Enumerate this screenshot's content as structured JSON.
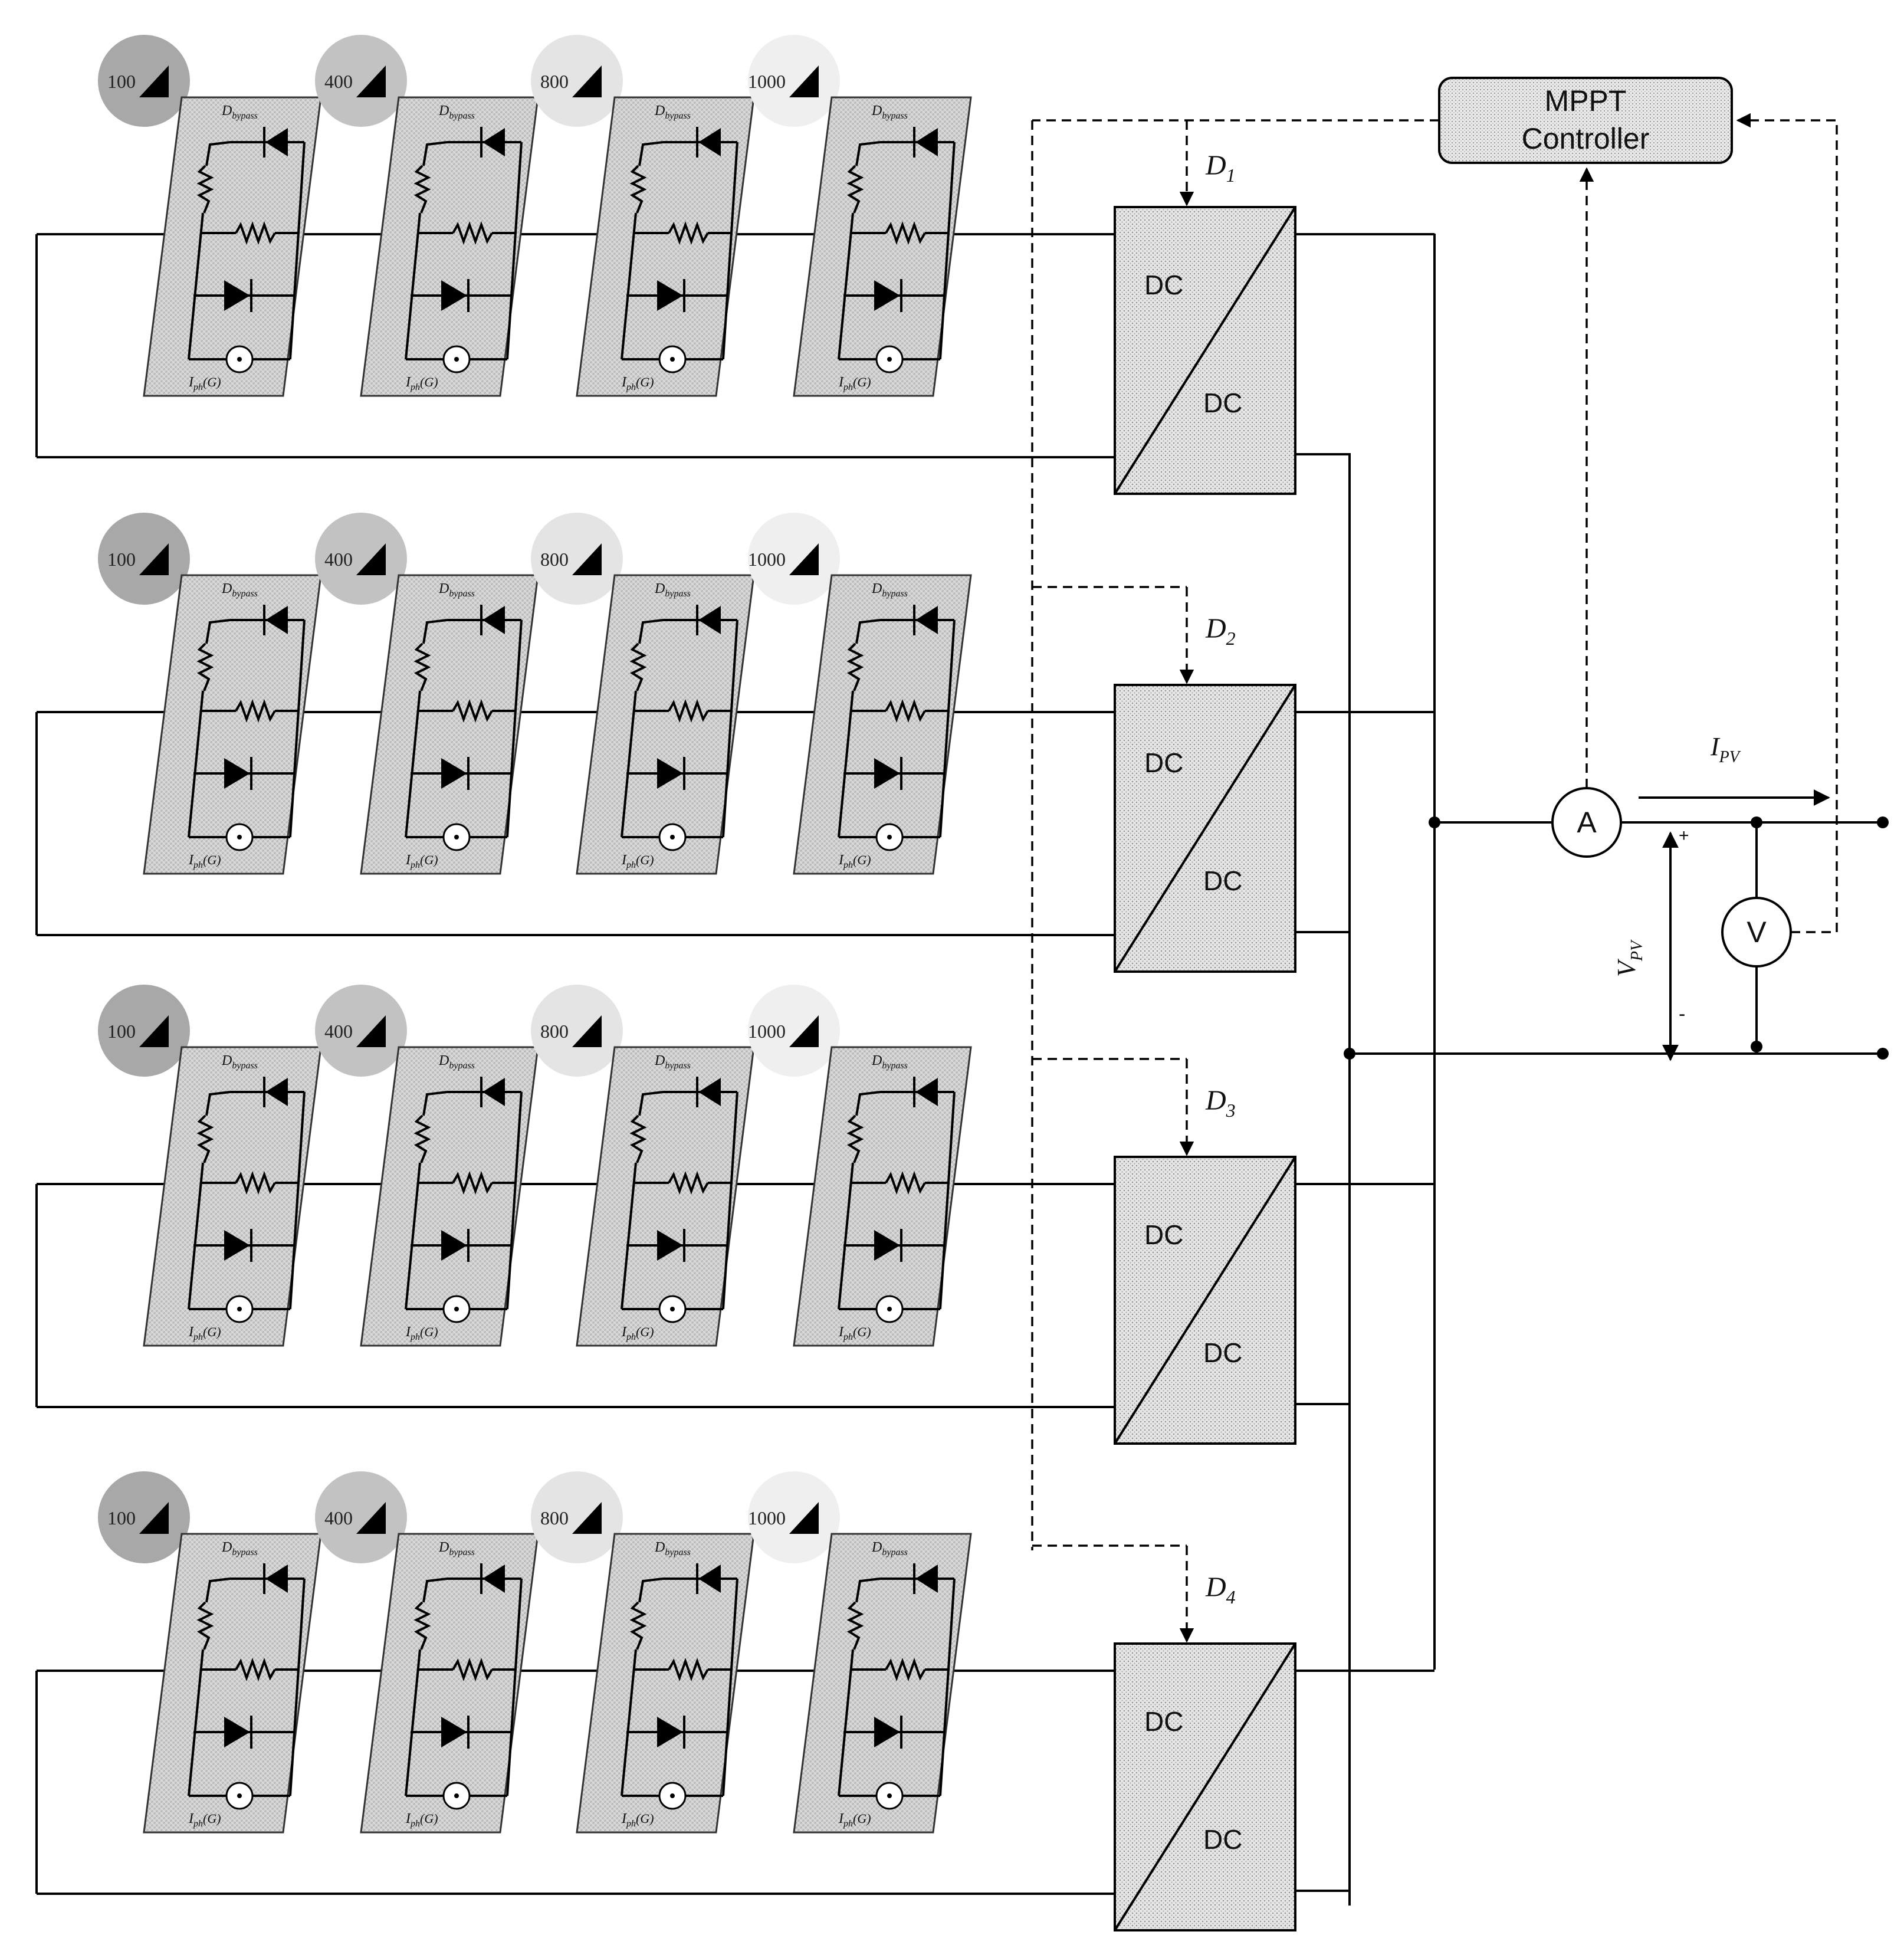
{
  "strings": [
    {
      "converter_label": "D",
      "converter_index": "1",
      "irradiance": [
        "100",
        "400",
        "800",
        "1000"
      ]
    },
    {
      "converter_label": "D",
      "converter_index": "2",
      "irradiance": [
        "100",
        "400",
        "800",
        "1000"
      ]
    },
    {
      "converter_label": "D",
      "converter_index": "3",
      "irradiance": [
        "100",
        "400",
        "800",
        "1000"
      ]
    },
    {
      "converter_label": "D",
      "converter_index": "4",
      "irradiance": [
        "100",
        "400",
        "800",
        "1000"
      ]
    }
  ],
  "irradiance_shades": {
    "100": "#a8a8a8",
    "400": "#c2c2c2",
    "800": "#e4e4e4",
    "1000": "#efefef"
  },
  "panel": {
    "bypass_symbol": "D",
    "bypass_subscript": "bypass",
    "source_symbol": "I",
    "source_subscript": "ph",
    "source_argument": "(G)"
  },
  "converter": {
    "input_label": "DC",
    "output_label": "DC"
  },
  "mppt": {
    "line1": "MPPT",
    "line2": "Controller"
  },
  "ammeter": {
    "label": "A"
  },
  "voltmeter": {
    "label": "V"
  },
  "current": {
    "symbol": "I",
    "subscript": "PV"
  },
  "voltage": {
    "symbol": "V",
    "subscript": "PV",
    "plus": "+",
    "minus": "-"
  }
}
